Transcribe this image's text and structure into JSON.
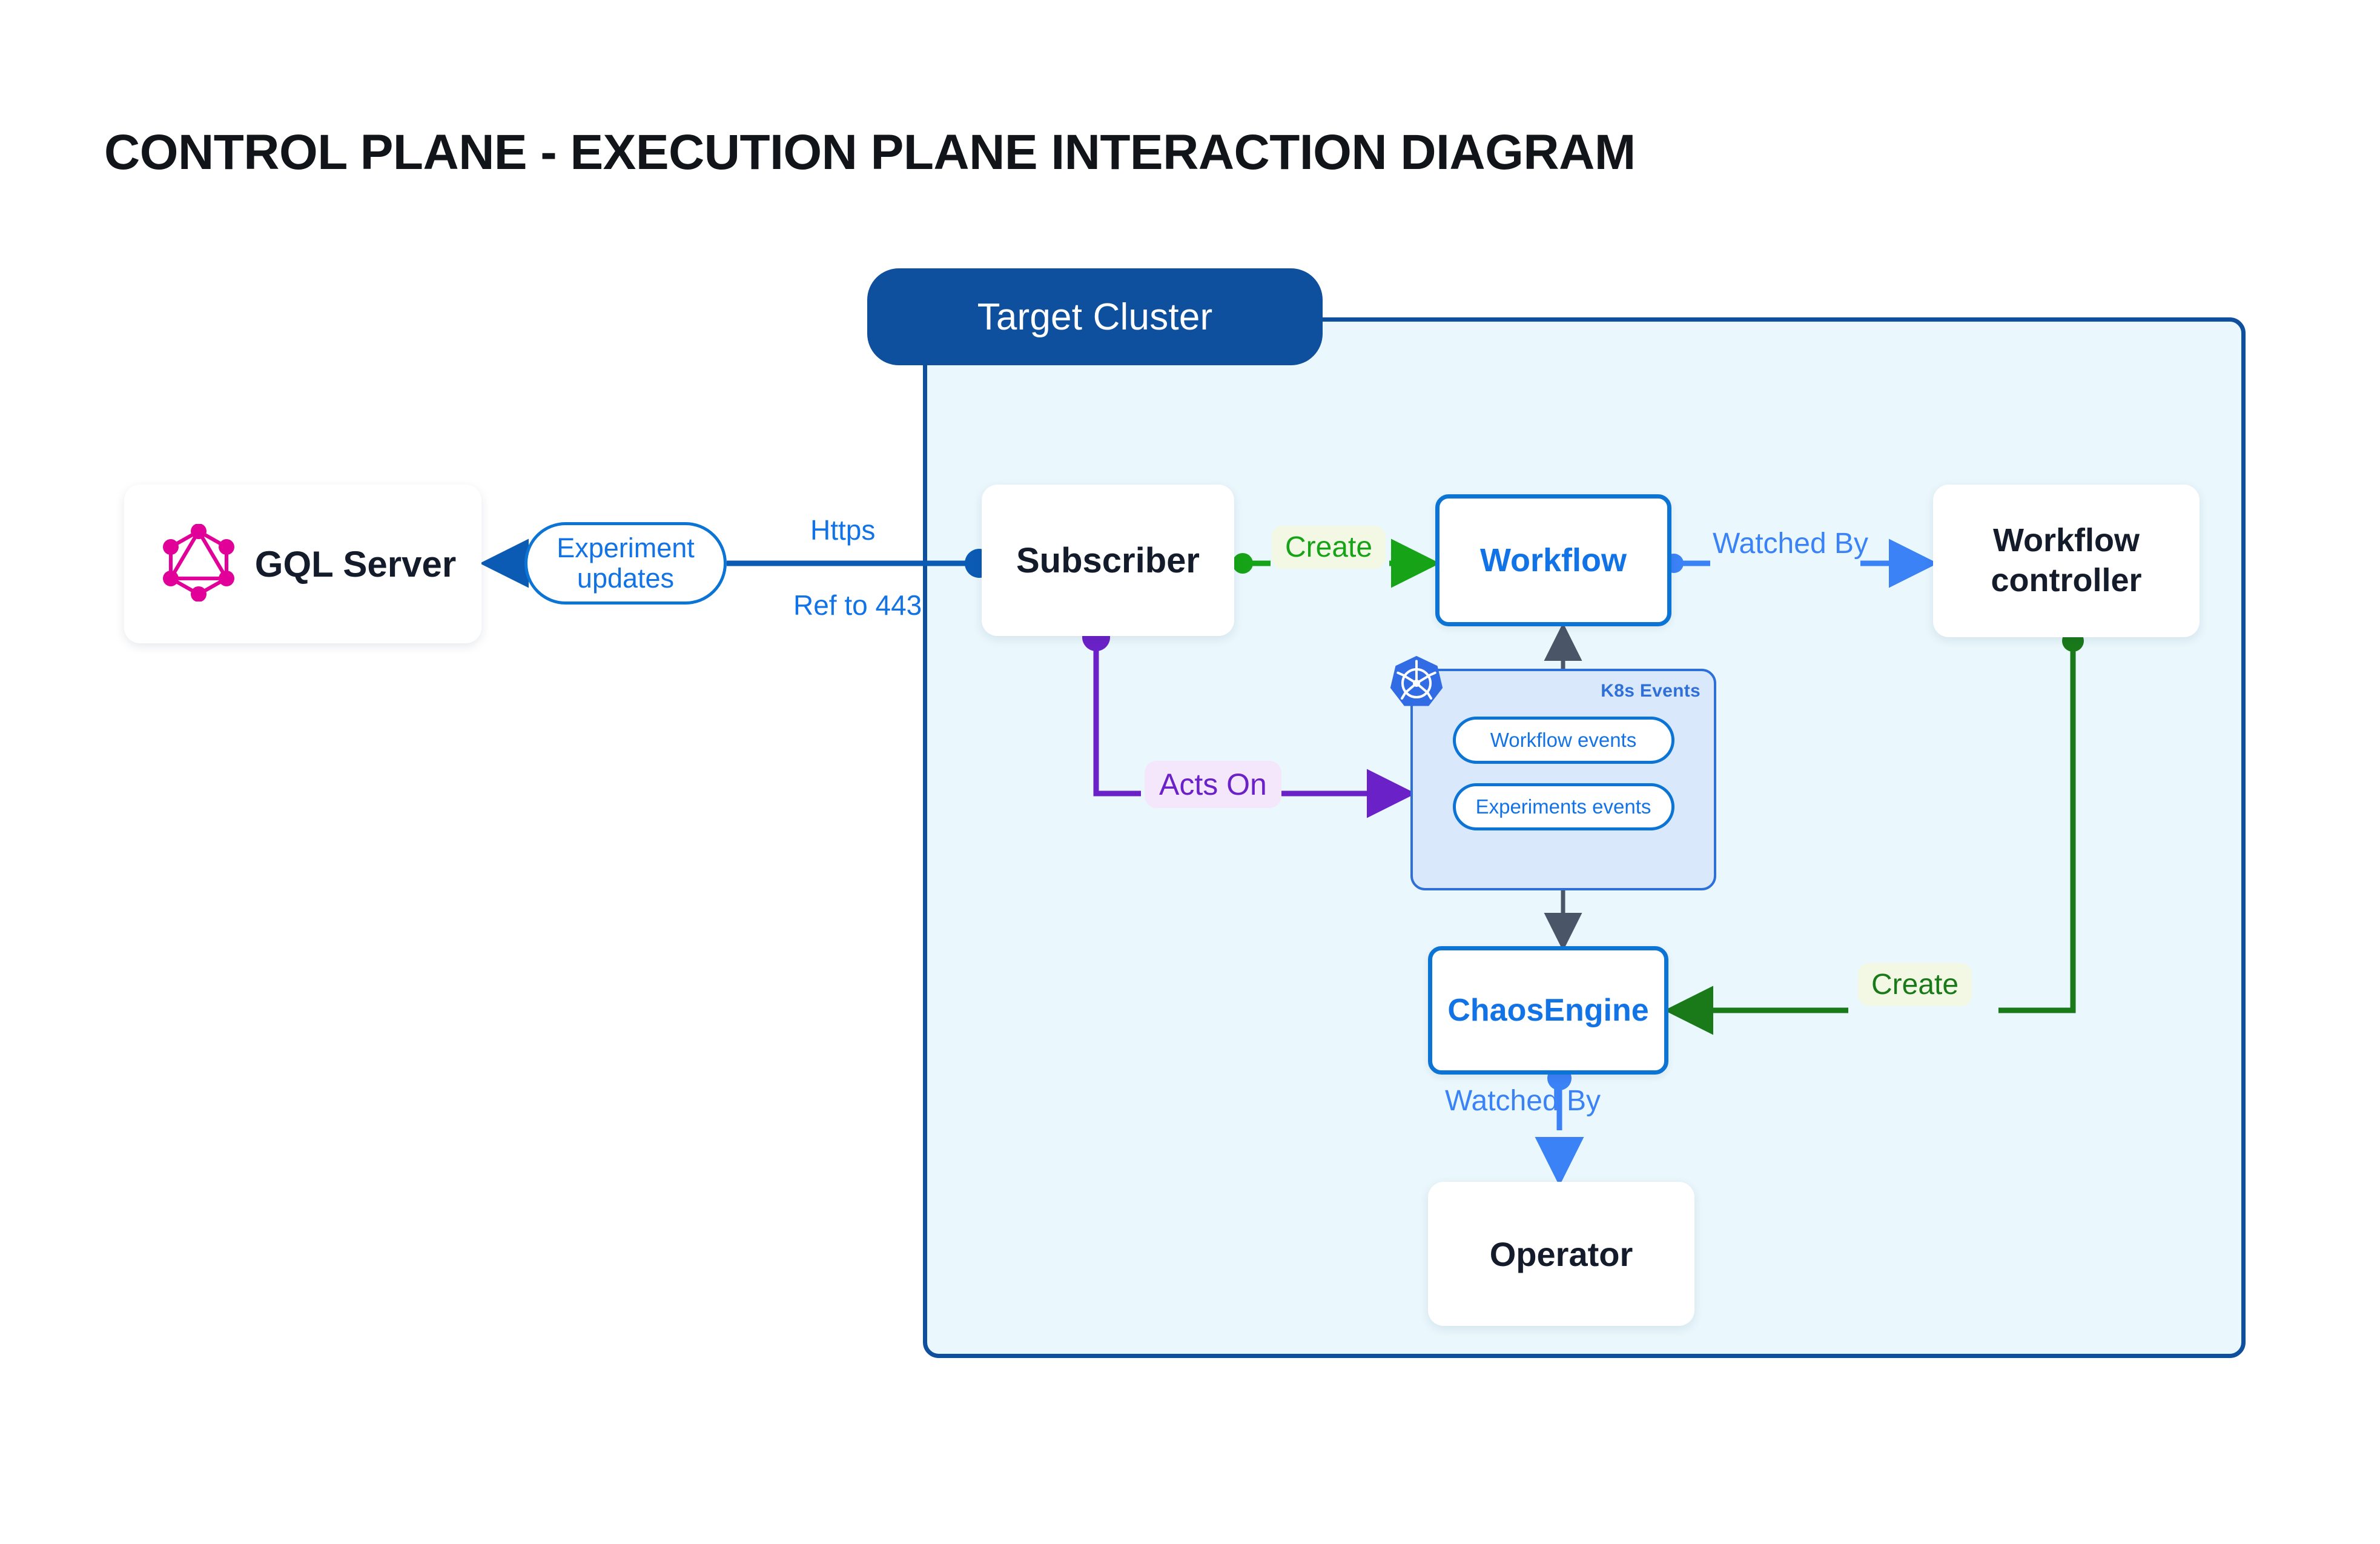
{
  "page": {
    "title": "CONTROL PLANE - EXECUTION PLANE INTERACTION DIAGRAM",
    "background_color": "#ffffff"
  },
  "cluster": {
    "title": "Target Cluster",
    "title_bg": "#0e4f9e",
    "title_fg": "#ffffff",
    "panel_bg": "#eaf8fd",
    "panel_border": "#0e4f9e"
  },
  "nodes": [
    {
      "id": "gql-server",
      "label": "GQL Server",
      "style": "white-card",
      "icon": "graphql-icon",
      "icon_color": "#e10098",
      "text_color": "#141c2b"
    },
    {
      "id": "subscriber",
      "label": "Subscriber",
      "style": "white-card",
      "text_color": "#141c2b"
    },
    {
      "id": "workflow",
      "label": "Workflow",
      "style": "blue-outline",
      "text_color": "#1273e6",
      "border_color": "#0b74d4"
    },
    {
      "id": "workflow-controller",
      "label": "Workflow controller",
      "style": "white-card",
      "text_color": "#141c2b"
    },
    {
      "id": "chaosengine",
      "label": "ChaosEngine",
      "style": "blue-outline",
      "text_color": "#1273e6",
      "border_color": "#0b74d4"
    },
    {
      "id": "operator",
      "label": "Operator",
      "style": "white-card",
      "text_color": "#141c2b"
    }
  ],
  "k8s_panel": {
    "label": "K8s Events",
    "logo": "kubernetes-icon",
    "logo_color": "#326ce5",
    "panel_bg": "#d9e8fa",
    "panel_border": "#2f6fd8",
    "pills": [
      {
        "id": "workflow-events",
        "label": "Workflow events"
      },
      {
        "id": "experiments-events",
        "label": "Experiments events"
      }
    ]
  },
  "edges": [
    {
      "id": "gql-experiment-updates",
      "label": "Experiment updates",
      "from": "subscriber",
      "to": "gql-server",
      "color": "#0b5bb5",
      "label_style": "outlined-pill"
    },
    {
      "id": "https-label",
      "label": "Https",
      "color": "#1273e6"
    },
    {
      "id": "ref-443-label",
      "label": "Ref to 443",
      "color": "#1273e6"
    },
    {
      "id": "subscriber-create-workflow",
      "label": "Create",
      "from": "subscriber",
      "to": "workflow",
      "color": "#17a317",
      "label_bg": "#f2f8e4"
    },
    {
      "id": "workflow-watched-by-controller",
      "label": "Watched By",
      "from": "workflow",
      "to": "workflow-controller",
      "color": "#3b82f6"
    },
    {
      "id": "subscriber-acts-on-k8s-events",
      "label": "Acts On",
      "from": "subscriber",
      "to": "k8s-events",
      "color": "#6b21c8",
      "label_bg": "#f4e6fb"
    },
    {
      "id": "controller-create-chaosengine",
      "label": "Create",
      "from": "workflow-controller",
      "to": "chaosengine",
      "color": "#1a7a1a",
      "label_bg": "#f2f8e4"
    },
    {
      "id": "chaosengine-watched-by-operator",
      "label": "Watched By",
      "from": "chaosengine",
      "to": "operator",
      "color": "#3b82f6"
    },
    {
      "id": "workflow-events-to-workflow",
      "label": "",
      "from": "workflow-events",
      "to": "workflow",
      "color": "#4a5568"
    },
    {
      "id": "experiments-events-to-chaosengine",
      "label": "",
      "from": "experiments-events",
      "to": "chaosengine",
      "color": "#4a5568"
    }
  ]
}
